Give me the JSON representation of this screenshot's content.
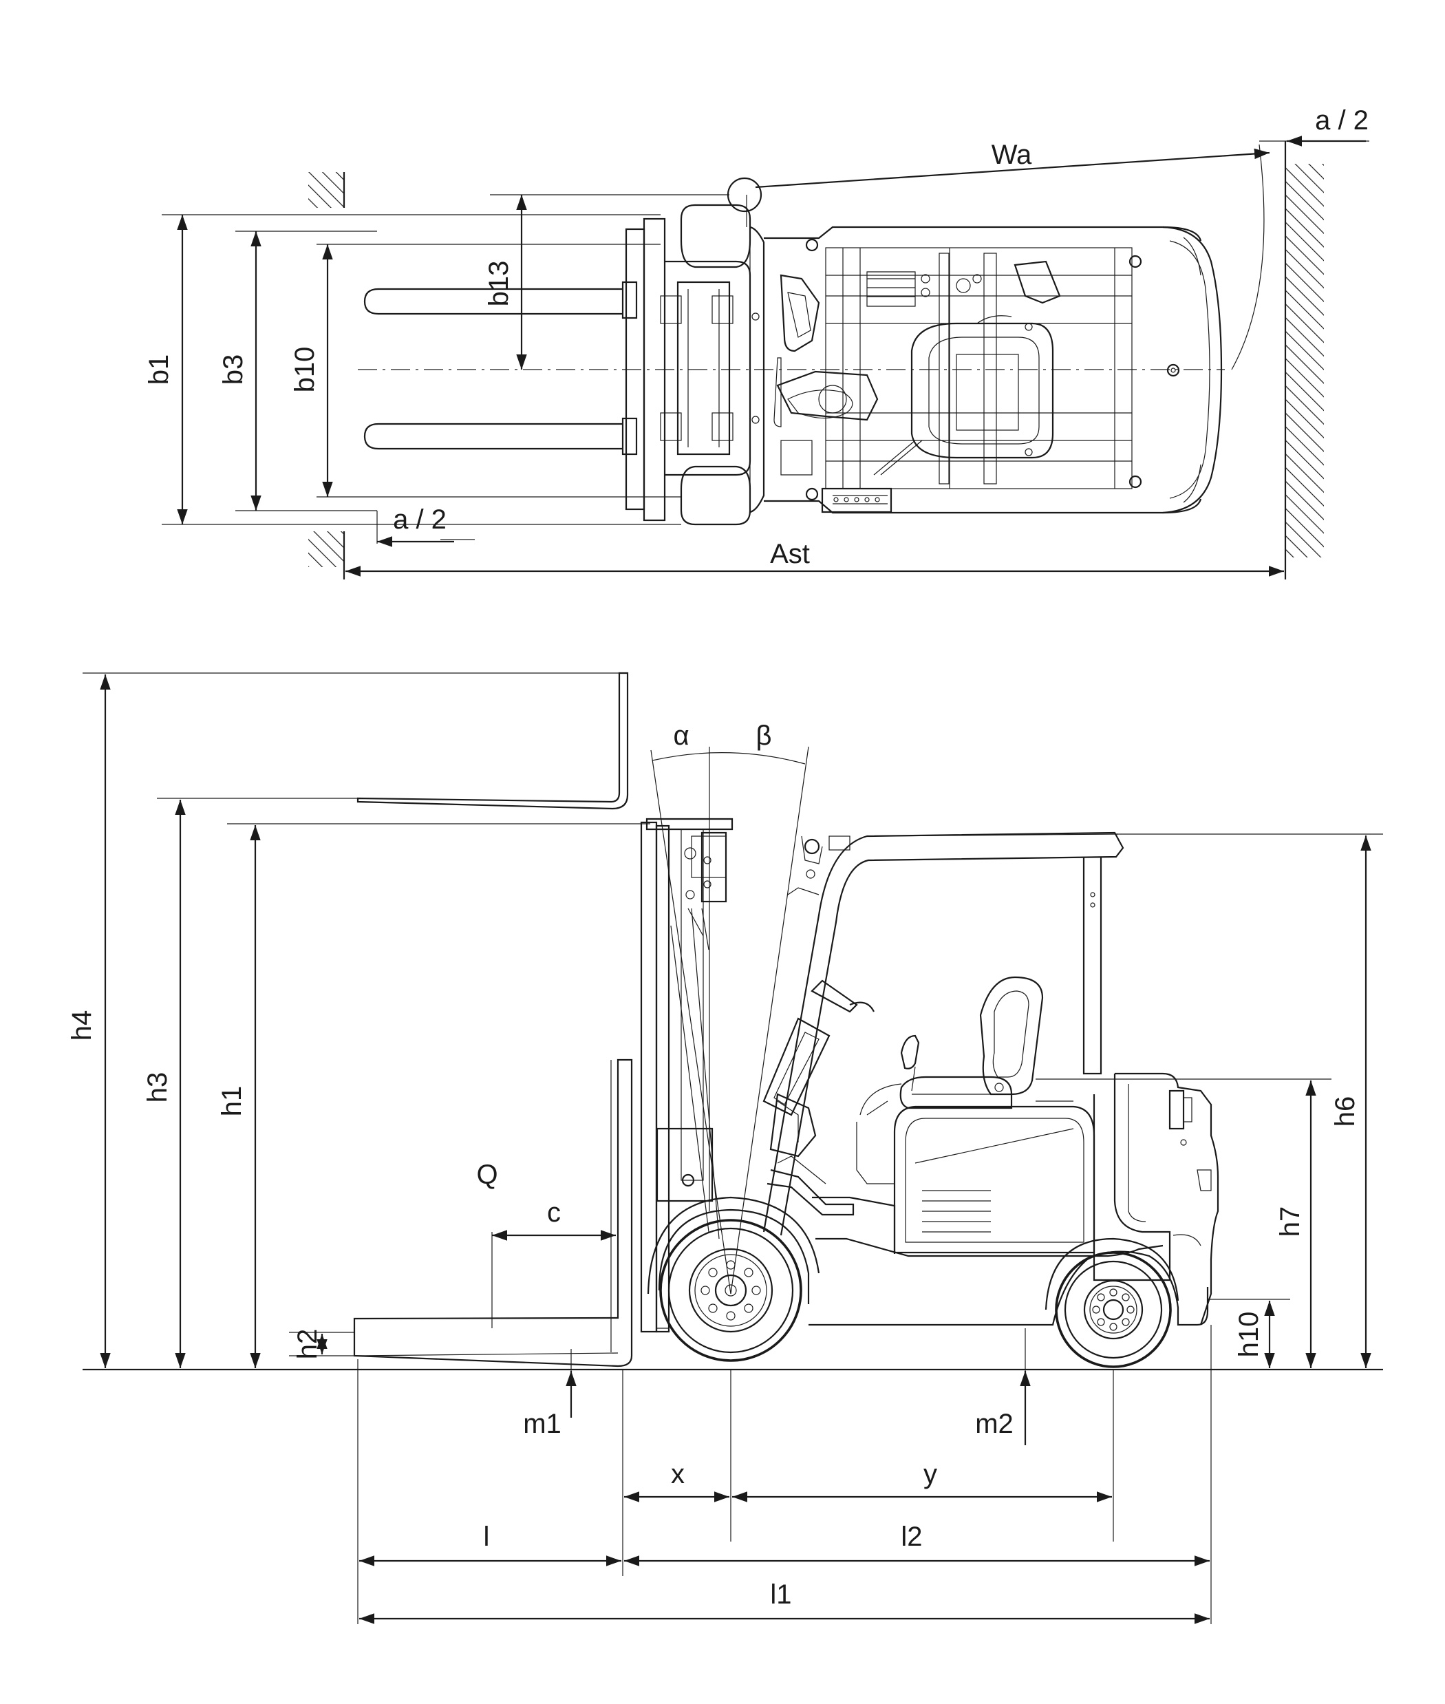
{
  "labels": {
    "Wa": "Wa",
    "a2_top": "a / 2",
    "a2_bottom": "a / 2",
    "Ast": "Ast",
    "b1": "b1",
    "b3": "b3",
    "b10": "b10",
    "b13": "b13",
    "alpha": "α",
    "beta": "β",
    "h1": "h1",
    "h2": "h2",
    "h3": "h3",
    "h4": "h4",
    "h6": "h6",
    "h7": "h7",
    "h10": "h10",
    "Q": "Q",
    "c": "c",
    "m1": "m1",
    "m2": "m2",
    "x": "x",
    "y": "y",
    "l": "l",
    "l1": "l1",
    "l2": "l2"
  }
}
